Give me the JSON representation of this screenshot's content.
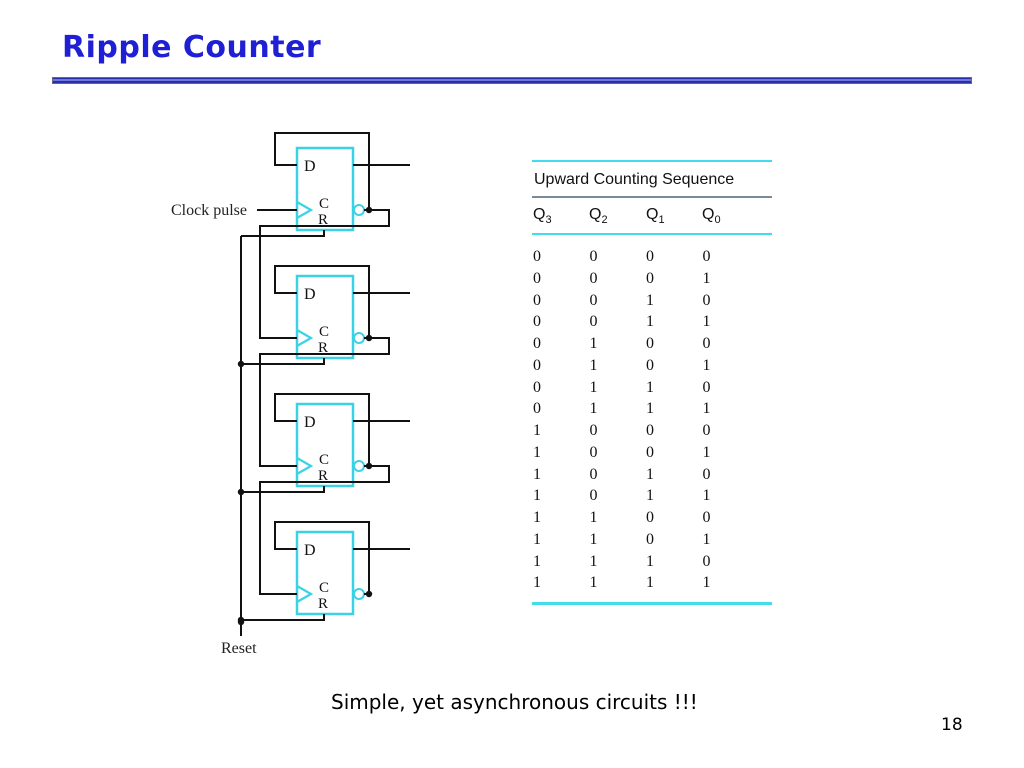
{
  "slide": {
    "title": "Ripple Counter",
    "caption": "Simple, yet asynchronous circuits !!!",
    "page_number": "18"
  },
  "circuit": {
    "clock_label": "Clock pulse",
    "reset_label": "Reset",
    "flipflops": [
      {
        "d": "D",
        "c": "C",
        "r": "R"
      },
      {
        "d": "D",
        "c": "C",
        "r": "R"
      },
      {
        "d": "D",
        "c": "C",
        "r": "R"
      },
      {
        "d": "D",
        "c": "C",
        "r": "R"
      }
    ],
    "colors": {
      "flipflop": "#39d2e6",
      "wire": "#111111"
    }
  },
  "table": {
    "title": "Upward Counting Sequence",
    "headers": [
      {
        "base": "Q",
        "sub": "3"
      },
      {
        "base": "Q",
        "sub": "2"
      },
      {
        "base": "Q",
        "sub": "1"
      },
      {
        "base": "Q",
        "sub": "0"
      }
    ],
    "rows": [
      [
        "0",
        "0",
        "0",
        "0"
      ],
      [
        "0",
        "0",
        "0",
        "1"
      ],
      [
        "0",
        "0",
        "1",
        "0"
      ],
      [
        "0",
        "0",
        "1",
        "1"
      ],
      [
        "0",
        "1",
        "0",
        "0"
      ],
      [
        "0",
        "1",
        "0",
        "1"
      ],
      [
        "0",
        "1",
        "1",
        "0"
      ],
      [
        "0",
        "1",
        "1",
        "1"
      ],
      [
        "1",
        "0",
        "0",
        "0"
      ],
      [
        "1",
        "0",
        "0",
        "1"
      ],
      [
        "1",
        "0",
        "1",
        "0"
      ],
      [
        "1",
        "0",
        "1",
        "1"
      ],
      [
        "1",
        "1",
        "0",
        "0"
      ],
      [
        "1",
        "1",
        "0",
        "1"
      ],
      [
        "1",
        "1",
        "1",
        "0"
      ],
      [
        "1",
        "1",
        "1",
        "1"
      ]
    ]
  }
}
